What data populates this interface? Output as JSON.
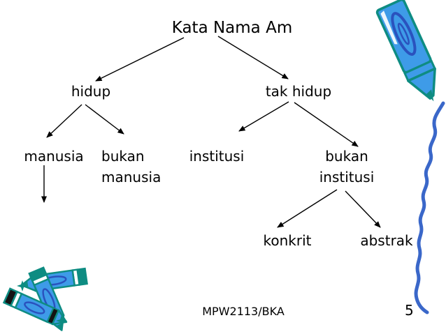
{
  "tree": {
    "root": "Kata Nama Am",
    "hidup": "hidup",
    "tak_hidup": "tak hidup",
    "manusia": "manusia",
    "bukan_manusia": [
      "bukan",
      "manusia"
    ],
    "institusi": "institusi",
    "bukan_institusi": [
      "bukan",
      "institusi"
    ],
    "konkrit": "konkrit",
    "abstrak": "abstrak"
  },
  "footer": {
    "course_code": "MPW2113/BKA",
    "page_number": "5"
  },
  "icons": {
    "top_right": "blue-crayon-icon",
    "bottom_left": "crayon-pile-icon",
    "right_edge": "wavy-drawn-line"
  },
  "colors": {
    "background": "#ffffff",
    "text": "#000000",
    "connector": "#000000",
    "crayon_fill": "#3e9be8",
    "crayon_outline": "#0e8c82",
    "crayon_swirl": "#2a52be",
    "crayon_cap_dark": "#141414",
    "squiggle": "#3a67c9"
  }
}
